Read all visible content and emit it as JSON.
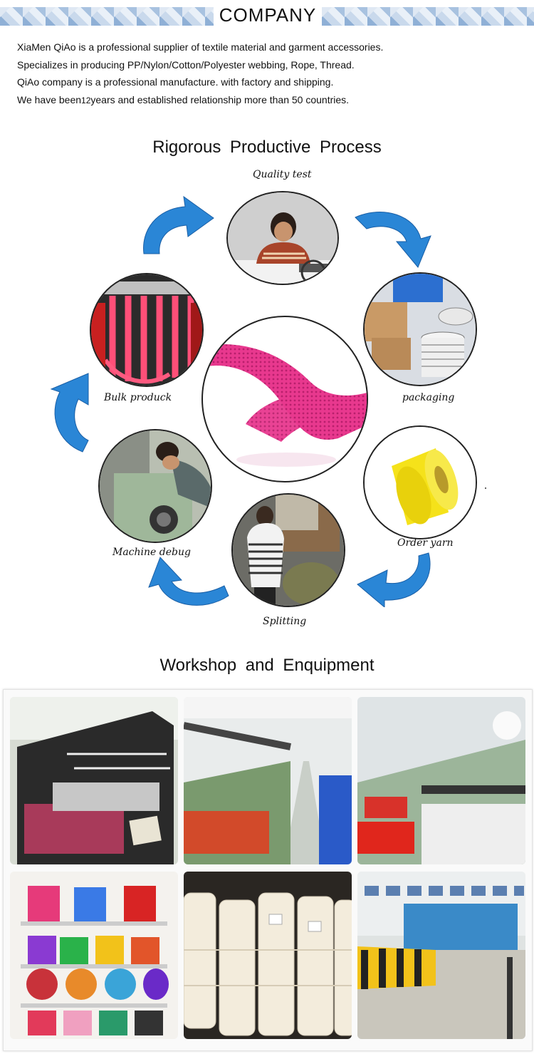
{
  "banner": {
    "title": "COMPANY"
  },
  "intro": {
    "line1": "XiaMen QiAo is a professional supplier of textile material and garment accessories.",
    "line2": "Specializes in producing PP/Nylon/Cotton/Polyester webbing, Rope, Thread.",
    "line3": "QiAo company is a professional manufacture. with factory and shipping.",
    "line4_a": "We have been",
    "line4_b": "12",
    "line4_c": "years and established relationship more than 50 countries."
  },
  "process": {
    "heading": "Rigorous Productive Process",
    "steps": {
      "quality": "Quality test",
      "packaging": "packaging",
      "order_yarn": "Order yarn",
      "splitting": "Splitting",
      "machine_debug": "Machine debug",
      "bulk": "Bulk produck"
    }
  },
  "workshop": {
    "heading": "Workshop and Enquipment"
  },
  "colors": {
    "arrow_blue": "#2a86d6",
    "webbing_pink": "#e8388e",
    "yarn_yellow": "#f5e21a"
  }
}
